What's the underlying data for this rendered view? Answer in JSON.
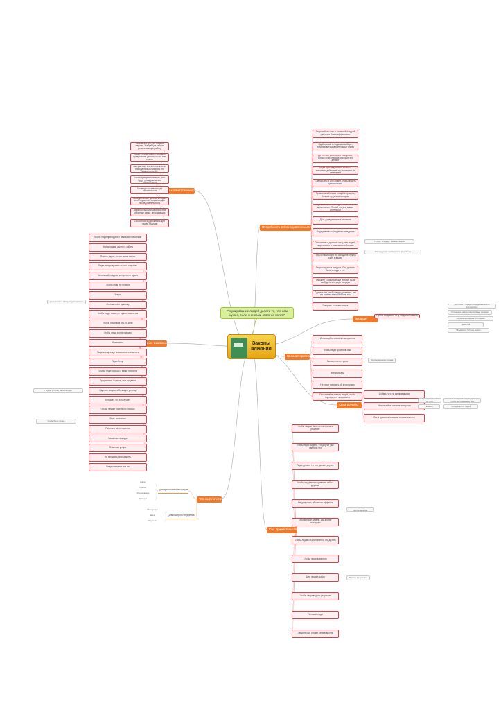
{
  "central_topic": "Законы влияния",
  "central_question": "Регулирование людей делать то, что нам нужно, если они сами этого не хотят?",
  "colors": {
    "branch": "#f07a2a",
    "leaf_border": "#e23b44",
    "leaf_fill": "#ffeef0",
    "question": "#d9ef9a",
    "link": "#b5b5b5"
  },
  "branches": {
    "obligation": {
      "label": "Отношение к ответственности",
      "items": [
        "Используй это для обмена идеями, требующих сейчас делать важную работу",
        "Также, чтобы люди в будущем представили детали, то что вам нужно",
        "Обещая людей, что к завершению и ответственности, никогда нельзя говорить это доказательство",
        "Когда люди уверены, что видим также доверие и мнение, они будут придерживаться обязательств",
        "Активная составляющая обязательств",
        "Поведенческие данные в людях и инструменты, сохраняющие последовательность",
        "Давать объективные и простые обратные связи, информацию",
        "Способность удерживать для людей позиций"
      ]
    },
    "consistency": {
      "label": "Потребность в последовательности",
      "items": [
        "Люди небольшого и отличной ноздрей работает более эффективно",
        "Одобряемой с людьми в выборе, использовать доверительные слова",
        "До тех пор действий и поступков, только если сначала они один это делают",
        "Люди присоединяться только к значимым действиям на основании их изменений",
        "Сделать это и для людей, чтобы видеть одинаковость",
        "Привлекать больше людей в процесс, больше предлагать людям",
        "Делай так, то что люди ставят себе выполнение. Пускай это для ваших интересов",
        "Дать доверительные решения",
        "Ощущение в соблюдении поведения",
        "Отношение к данному лицу, чем людей, скорее всего в зависимости больше",
        "При согласии идти на обещание, нужна быть в вашей",
        "Люди создают в подарок. Они должны быть и люди и это",
        "Сможете с вами больше усилий, если вы будете в первую очередь",
        "Сделать так, чтобы люди делали то, что вы хотите, так он и это на его",
        "Говорить о вашем опыте"
      ],
      "notes": [
        "Проще, стандарт, меньше людям",
        "Последующие особенности для работы"
      ]
    },
    "scarcity": {
      "label": "Дефицит",
      "items": [
        "Нужно создавать то, у людей чего мало"
      ],
      "notes": [
        "Для этого в первую очередь исключить последствия",
        "Ощущение дефицита усиливает влияние",
        "Обязательно время есть время",
        "Ценность",
        "Продвигать больше нового"
      ]
    },
    "reciprocity": {
      "label": "Правило взаимности",
      "items": [
        "Чтобы люди приходили с важными новостями",
        "Чтобы людям ощутить заботу",
        "Помочь, пусть это не очень важно",
        "Люди всегда делают то, что получили",
        "Маленький подарок, которого не ждали",
        "Чтобы люди не поняли",
        "Бонус",
        "Отношение к нужному",
        "Чтобы люди помогли, нужно помочь им",
        "Чтобы люди вам что-то дали",
        "Чтобы люди могли сделать",
        "Реквизиты",
        "Люди всегда ищут возможность ответить",
        "Люди берут",
        "Чтобы люди хорошо с вами говорили",
        "Предложить больше, чем ожидают",
        "Сделать людям небольшую уступку",
        "Кто дает, тот и получает",
        "Чтобы людям тоже было хорошо",
        "Быть полезным",
        "Работать на отношения",
        "Взаимные выгоды",
        "Ответная услуга",
        "Не забывать благодарить",
        "Люди отвечают тем же"
      ],
      "notes": [
        "Дополнительный пункт для примера",
        "Первая уступка, затем вторая",
        "Чтобы было проще"
      ]
    },
    "authority": {
      "label": "Сила авторитета",
      "items": [
        "Используйте символы авторитета",
        "Чтобы люди доверяли вам",
        "Экспертность в деле",
        "Внешний вид",
        "Не стоит говорить об этом прямо",
        "Показывайте знания людей, чтобы подчеркнуть значимость"
      ],
      "notes": [
        "Подтверждение словами"
      ]
    },
    "liking": {
      "label": "Сила дружбы",
      "items": [
        "Добавь, что ты им нравишься",
        "Используйте похожие интересы",
        "Всем нравятся похвалы и комплименты"
      ],
      "notes": [
        "Люди любят похожих на себя",
        "Похвала",
        "Чтобы нравиться людям, нужно, чтобы они нравились вам",
        "Чтобы хвалить людей"
      ]
    },
    "social_proof": {
      "label": "Соц. доказательство",
      "items": [
        "Чтобы людям было легче принять решение",
        "Чтобы люди видели, что другие уже сделали это",
        "Люди делают то, что делают другие",
        "Чтобы люди могли сравнить себя с другими",
        "Не допускать обратного эффекта",
        "Чтобы люди видели, как другие реагируют",
        "Чтобы людям было понятно, что делать",
        "Чтобы люди доверяли",
        "Дать людям выбор",
        "Чтобы люди видели результат",
        "Похожие люди",
        "Люди лучше узнают себя в других"
      ],
      "notes": [
        "Люди ищут подтверждение",
        "Пример на практике"
      ]
    },
    "more": {
      "label": "Что ещё почитать",
      "groups": [
        {
          "label": "Для дополнительного изучения",
          "items": [
            "Книга",
            "Статья",
            "Исследование",
            "Примеры"
          ]
        },
        {
          "label": "Для быстрого внедрения",
          "items": [
            "Инструкция",
            "Шаги",
            "Результат"
          ]
        }
      ]
    }
  }
}
